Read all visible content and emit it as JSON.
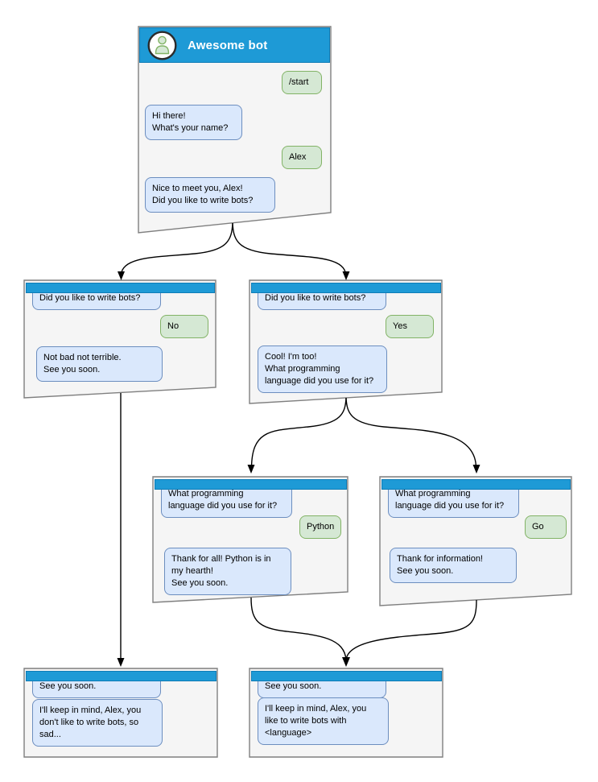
{
  "colors": {
    "header_blue": "#1E9AD6",
    "header_border": "#0E7CB6",
    "window_bg": "#F5F5F5",
    "window_border": "#7F7F7F",
    "bot_bubble_bg": "#DAE8FC",
    "bot_bubble_border": "#6C8EBF",
    "user_bubble_bg": "#D5E8D4",
    "user_bubble_border": "#82B366",
    "avatar_fill": "#D5E8D4",
    "avatar_stroke": "#82B366",
    "edge_color": "#000000"
  },
  "windows": {
    "root": {
      "title": "Awesome bot",
      "messages": [
        {
          "side": "user",
          "text": "/start"
        },
        {
          "side": "bot",
          "text": "Hi there!\nWhat's your name?"
        },
        {
          "side": "user",
          "text": "Alex"
        },
        {
          "side": "bot",
          "text": "Nice to meet you, Alex!\nDid you like to write bots?"
        }
      ]
    },
    "branch_no": {
      "messages": [
        {
          "side": "bot",
          "text": "Did you like to write bots?"
        },
        {
          "side": "user",
          "text": "No"
        },
        {
          "side": "bot",
          "text": "Not bad not terrible.\nSee you soon."
        }
      ]
    },
    "branch_yes": {
      "messages": [
        {
          "side": "bot",
          "text": "Did you like to write bots?"
        },
        {
          "side": "user",
          "text": "Yes"
        },
        {
          "side": "bot",
          "text": "Cool! I'm too!\nWhat programming\nlanguage did you use for it?"
        }
      ]
    },
    "branch_python": {
      "messages": [
        {
          "side": "bot",
          "text": "What programming\nlanguage did you use for it?"
        },
        {
          "side": "user",
          "text": "Python"
        },
        {
          "side": "bot",
          "text": "Thank for all! Python is in\nmy hearth!\nSee you soon."
        }
      ]
    },
    "branch_go": {
      "messages": [
        {
          "side": "bot",
          "text": "What programming\nlanguage did you use for it?"
        },
        {
          "side": "user",
          "text": "Go"
        },
        {
          "side": "bot",
          "text": "Thank for information!\nSee you soon."
        }
      ]
    },
    "end_no": {
      "messages": [
        {
          "side": "bot",
          "text": "See you soon."
        },
        {
          "side": "bot",
          "text": "I'll keep in mind, Alex, you\ndon't like to write bots, so\nsad..."
        }
      ]
    },
    "end_yes": {
      "messages": [
        {
          "side": "bot",
          "text": "See you soon."
        },
        {
          "side": "bot",
          "text": "I'll keep in mind, Alex, you\nlike to write bots with\n<language>"
        }
      ]
    }
  },
  "edges": [
    {
      "from": "root",
      "to": "branch_no"
    },
    {
      "from": "root",
      "to": "branch_yes"
    },
    {
      "from": "branch_yes",
      "to": "branch_python"
    },
    {
      "from": "branch_yes",
      "to": "branch_go"
    },
    {
      "from": "branch_no",
      "to": "end_no"
    },
    {
      "from": "branch_python",
      "to": "end_yes"
    },
    {
      "from": "branch_go",
      "to": "end_yes"
    }
  ]
}
